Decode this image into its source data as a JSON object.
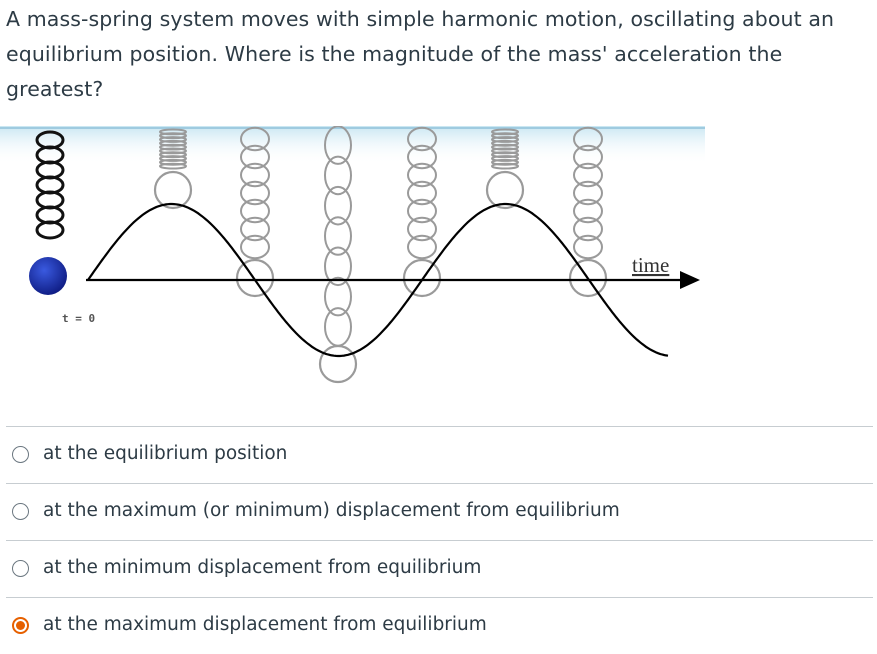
{
  "question": {
    "text": "A mass-spring system moves with simple harmonic motion, oscillating about an equilibrium position.  Where is the magnitude of the mass' acceleration the greatest?"
  },
  "figure": {
    "time_label": "time",
    "t0_label": "t  =  0",
    "colors": {
      "ceiling": "#9fcbe0",
      "mass": "#1a2fb0",
      "curve": "#000000",
      "spring": "#9a9a9a"
    },
    "icons": [
      "spring-icon",
      "mass-ball-icon",
      "arrow-right-icon"
    ]
  },
  "options": [
    {
      "label": "at the equilibrium position",
      "selected": false
    },
    {
      "label": "at the maximum (or minimum) displacement from equilibrium",
      "selected": false
    },
    {
      "label": "at the minimum displacement from equilibrium",
      "selected": false
    },
    {
      "label": "at the maximum displacement from equilibrium",
      "selected": true
    }
  ],
  "accent_color": "#e66000"
}
